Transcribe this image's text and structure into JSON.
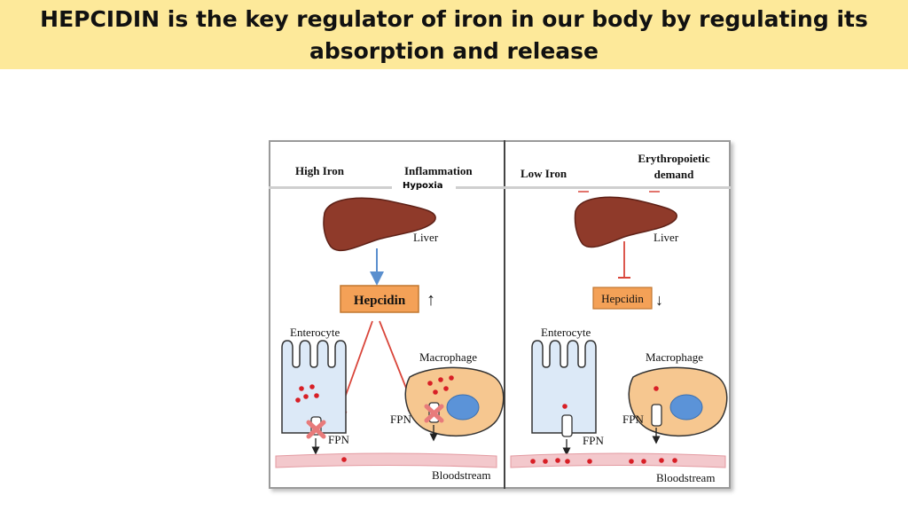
{
  "slide": {
    "title": "HEPCIDIN is the key regulator of iron in our body by regulating its absorption and release"
  },
  "left_panel": {
    "high_iron": "High Iron",
    "inflammation": "Inflammation",
    "hypoxia": "Hypoxia",
    "liver": "Liver",
    "hepcidin": "Hepcidin",
    "hepcidin_arrow": "↑",
    "enterocyte": "Enterocyte",
    "macrophage": "Macrophage",
    "fpn_macrophage": "FPN",
    "fpn_enterocyte": "FPN",
    "bloodstream": "Bloodstream"
  },
  "right_panel": {
    "low_iron": "Low Iron",
    "erythropoietic_line1": "Erythropoietic",
    "erythropoietic_line2": "demand",
    "liver": "Liver",
    "hepcidin": "Hepcidin",
    "hepcidin_arrow": "↓",
    "enterocyte": "Enterocyte",
    "macrophage": "Macrophage",
    "fpn_macrophage": "FPN",
    "fpn_enterocyte": "FPN",
    "bloodstream": "Bloodstream"
  },
  "colors": {
    "header_bg": "#fde99a",
    "liver": "#8f3a2a",
    "hepcidin_box": "#f4a157",
    "enterocyte": "#dce9f7",
    "macrophage": "#f6c790",
    "nucleus": "#5b93d8",
    "iron_dot": "#d81f26",
    "inhibit_line": "#d9453a",
    "blue_arrow": "#5a8fce"
  }
}
